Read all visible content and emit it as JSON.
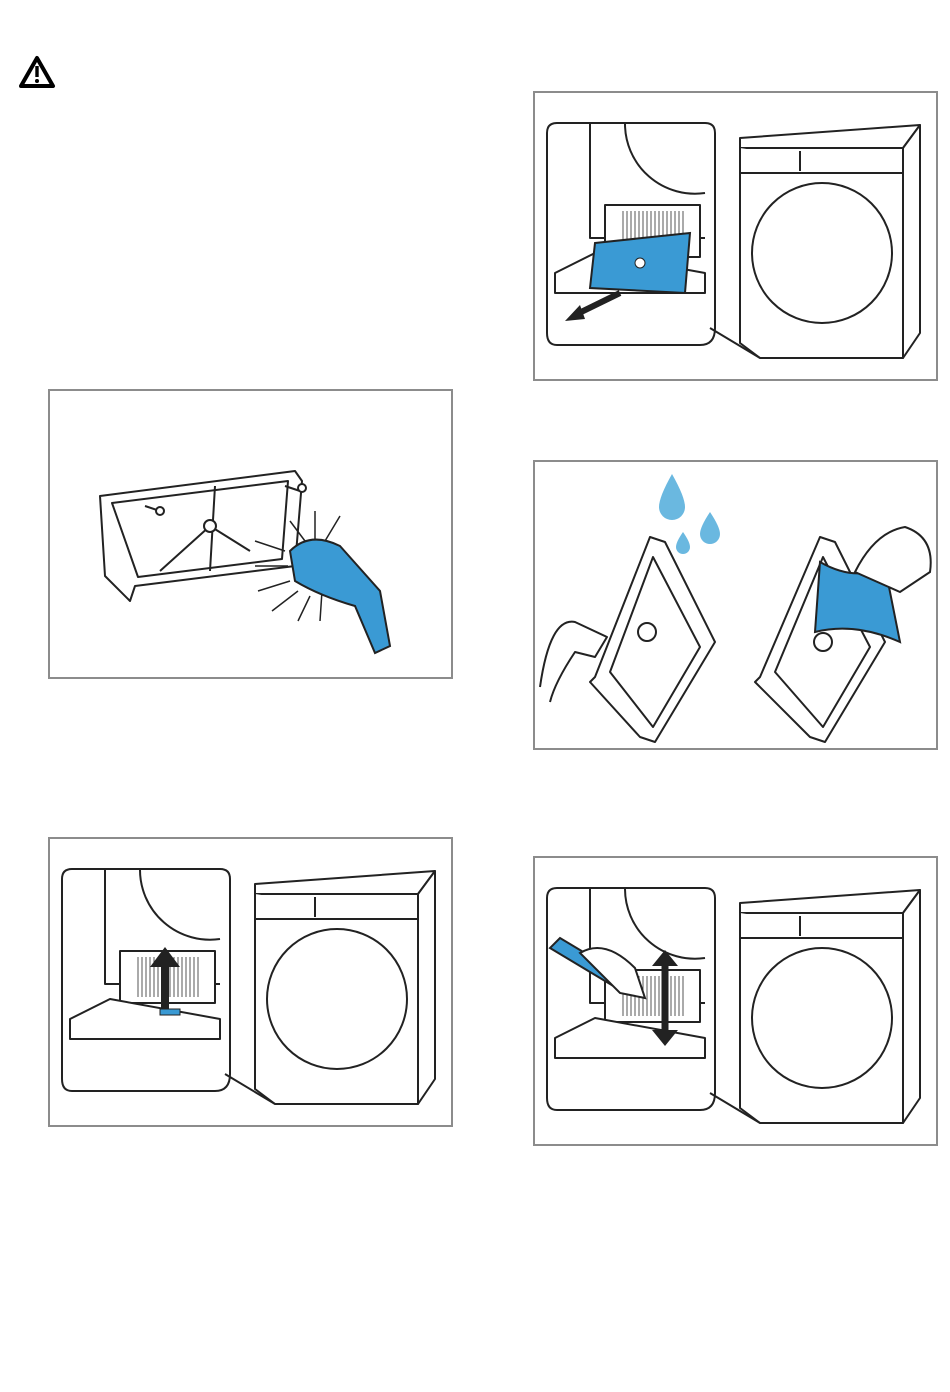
{
  "page": {
    "warning_icon": "warning-triangle-icon",
    "figures": [
      {
        "id": "figA",
        "icon": "remove-filter-drawer-illustration"
      },
      {
        "id": "figB",
        "icon": "brush-filter-frame-illustration"
      },
      {
        "id": "figC",
        "icon": "rinse-wipe-filter-illustration"
      },
      {
        "id": "figD",
        "icon": "insert-filter-illustration"
      },
      {
        "id": "figE",
        "icon": "brush-filter-housing-illustration"
      }
    ]
  },
  "colors": {
    "accent": "#3a9ad4",
    "light_accent": "#6ab8e0",
    "frame": "#8c8c8c",
    "line": "#222222"
  }
}
